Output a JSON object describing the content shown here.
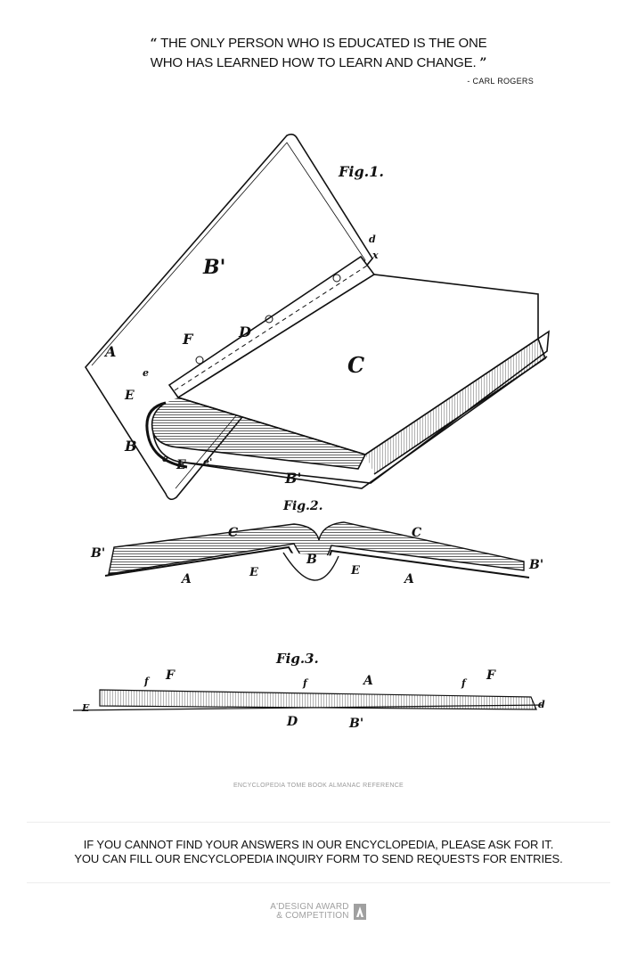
{
  "quote": {
    "open_mark": "“",
    "line1": "THE ONLY PERSON WHO IS EDUCATED IS THE ONE",
    "line2": "WHO HAS LEARNED HOW TO LEARN AND CHANGE.",
    "close_mark": "”",
    "author": "- CARL ROGERS"
  },
  "figures": {
    "fig1": "Fig.1.",
    "fig2": "Fig.2.",
    "fig3": "Fig.3.",
    "labels": {
      "A": "A",
      "B": "B",
      "B_prime": "B'",
      "C": "C",
      "D": "D",
      "E": "E",
      "F": "F",
      "e": "e",
      "e_prime": "e'",
      "d": "d",
      "x": "x",
      "f": "f"
    }
  },
  "caption": "ENCYCLOPEDIA TOME BOOK ALMANAC REFERENCE",
  "footer": {
    "line1": "IF YOU CANNOT FIND YOUR ANSWERS IN OUR ENCYCLOPEDIA, PLEASE ASK FOR IT.",
    "line2": "YOU CAN FILL OUR ENCYCLOPEDIA INQUIRY FORM TO SEND REQUESTS FOR ENTRIES."
  },
  "brand": {
    "line1": "A'DESIGN AWARD",
    "line2": "& COMPETITION",
    "icon": "award-logo-icon"
  }
}
